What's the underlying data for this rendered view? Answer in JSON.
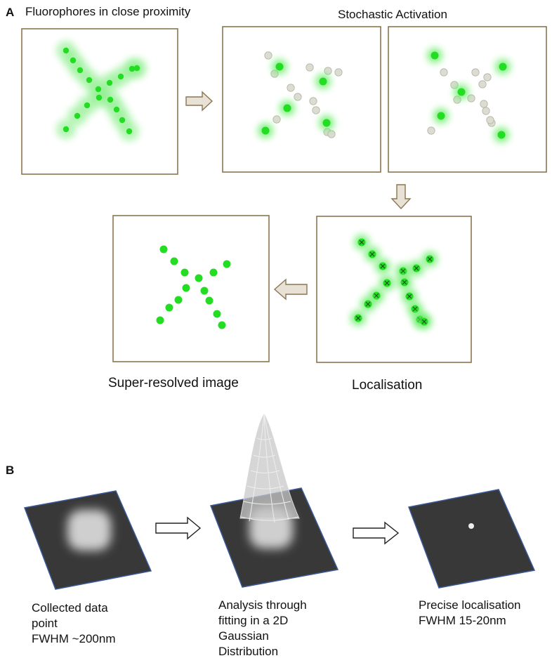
{
  "panel_a": {
    "letter": "A",
    "title_left": "Fluorophores in close proximity",
    "title_right": "Stochastic Activation",
    "caption_super_resolved": "Super-resolved image",
    "caption_localisation": "Localisation"
  },
  "panel_b": {
    "letter": "B",
    "caption_1": [
      "Collected data",
      "point",
      "FWHM ~200nm"
    ],
    "caption_2": [
      "Analysis through",
      "fitting in a 2D",
      "Gaussian",
      "Distribution"
    ],
    "caption_3": [
      "Precise localisation",
      "FWHM 15-20nm"
    ]
  },
  "colors": {
    "frame": "#8a7550",
    "fluorophore_on": "#22dd22",
    "fluorophore_off": "#dcdcd2",
    "glow": "#6dee6d",
    "plate": "#383838",
    "plate_edge": "#3a5a9a",
    "arrow_fill": "#e8e2d6"
  }
}
